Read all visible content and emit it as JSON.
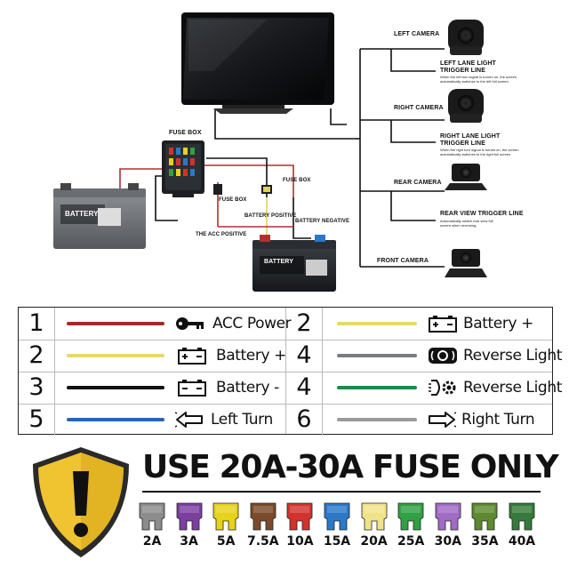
{
  "diagram": {
    "labels": {
      "fuse_box_main": "FUSE BOX",
      "fuse_box_small": "FUSE BOX",
      "battery_positive": "BATTERY POSITIVE",
      "battery_negative": "BATTERY NEGATIVE",
      "acc_positive": "THE ACC POSITIVE",
      "left_camera": "LEFT CAMERA",
      "left_trigger_line1": "LEFT LANE LIGHT",
      "left_trigger_line2": "TRIGGER LINE",
      "left_trigger_desc1": "When the left turn signal is turned on, the screen",
      "left_trigger_desc2": "automatically switches to the left full screen.",
      "right_camera": "RIGHT CAMERA",
      "right_trigger_line1": "RIGHT LANE LIGHT",
      "right_trigger_line2": "TRIGGER LINE",
      "right_trigger_desc1": "When the right turn signal is turned on, the screen",
      "right_trigger_desc2": "automatically switches to the right full screen.",
      "rear_camera": "REAR CAMERA",
      "rear_trigger": "REAR VIEW TRIGGER LINE",
      "rear_trigger_desc1": "Automatically switch rear view full",
      "rear_trigger_desc2": "screen when reversing.",
      "front_camera": "FRONT CAMERA",
      "battery_text": "BATTERY"
    }
  },
  "legend": {
    "rows": [
      {
        "left": {
          "number": "1",
          "color": "#a52a2a",
          "icon": "key-icon",
          "label": "ACC Power"
        },
        "right": {
          "number": "2",
          "color": "#e6d86a",
          "icon": "battery-icon",
          "label": "Battery +"
        }
      },
      {
        "left": {
          "number": "2",
          "color": "#e6d86a",
          "icon": "battery-icon",
          "label": "Battery +"
        },
        "right": {
          "number": "4",
          "color": "#7a7d80",
          "icon": "reverse-light-icon",
          "label": "Reverse Light"
        }
      },
      {
        "left": {
          "number": "3",
          "color": "#111111",
          "icon": "battery-icon",
          "label": "Battery -"
        },
        "right": {
          "number": "4",
          "color": "#1e8a4c",
          "icon": "reverse-light-gear-icon",
          "label": "Reverse Light"
        }
      },
      {
        "left": {
          "number": "5",
          "color": "#2a64b0",
          "icon": "left-turn-icon",
          "label": "Left Turn"
        },
        "right": {
          "number": "6",
          "color": "#9a9a9a",
          "icon": "right-turn-icon",
          "label": "Right Turn"
        }
      }
    ]
  },
  "fuse": {
    "title": "USE 20A-30A FUSE ONLY",
    "sizes": [
      {
        "label": "2A",
        "color": "#8c8c8c"
      },
      {
        "label": "3A",
        "color": "#7b3fa0"
      },
      {
        "label": "5A",
        "color": "#e7d21c"
      },
      {
        "label": "7.5A",
        "color": "#7a4a2a"
      },
      {
        "label": "10A",
        "color": "#d1332c"
      },
      {
        "label": "15A",
        "color": "#2b78c9"
      },
      {
        "label": "20A",
        "color": "#efe38a"
      },
      {
        "label": "25A",
        "color": "#2fa043"
      },
      {
        "label": "30A",
        "color": "#a06bc4"
      },
      {
        "label": "35A",
        "color": "#5d8a2f"
      },
      {
        "label": "40A",
        "color": "#357a3a"
      }
    ]
  }
}
